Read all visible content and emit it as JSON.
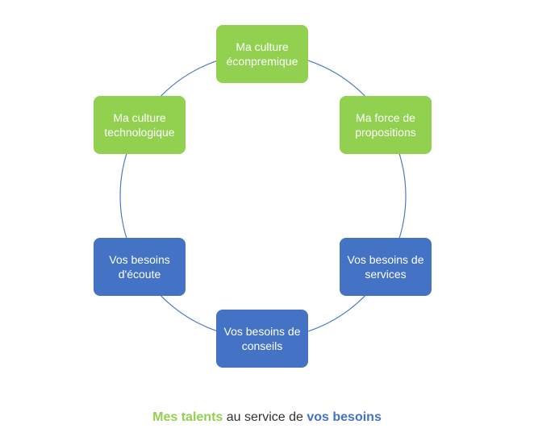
{
  "colors": {
    "talent": "#92D050",
    "need": "#4472C4",
    "ring": "#4F7CC4",
    "caption_text": "#333333"
  },
  "nodes": [
    {
      "id": "culture-economique",
      "group": "talent",
      "label": "Ma culture éconpremique"
    },
    {
      "id": "force-propositions",
      "group": "talent",
      "label": "Ma force de propositions"
    },
    {
      "id": "besoins-services",
      "group": "need",
      "label": "Vos besoins de services"
    },
    {
      "id": "besoins-conseils",
      "group": "need",
      "label": "Vos besoins de conseils"
    },
    {
      "id": "besoins-ecoute",
      "group": "need",
      "label": "Vos besoins d'écoute"
    },
    {
      "id": "culture-technologique",
      "group": "talent",
      "label": "Ma culture technologique"
    }
  ],
  "caption": {
    "part1": "Mes talents",
    "part2": " au service de ",
    "part3": "vos besoins"
  }
}
